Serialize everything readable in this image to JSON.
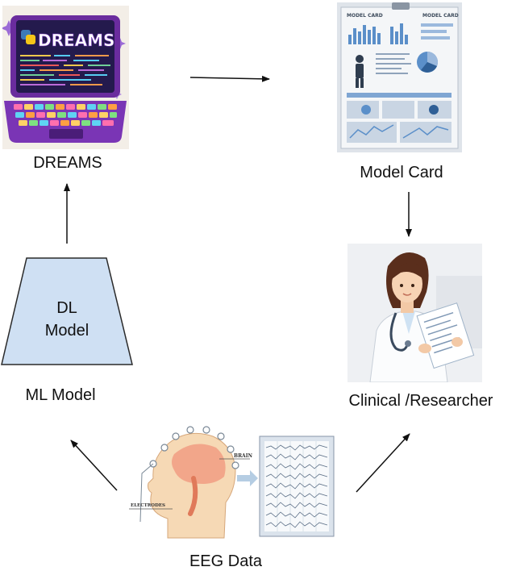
{
  "nodes": {
    "dreams": {
      "label": "DREAMS",
      "screen_text": "DREAMS"
    },
    "model_card": {
      "label": "Model Card",
      "sheet_header_left": "MODEL CARD",
      "sheet_header_right": "MODEL CARD"
    },
    "clinician": {
      "label": "Clinical /Researcher"
    },
    "ml_model": {
      "label": "ML Model",
      "shape_text_line1": "DL",
      "shape_text_line2": "Model"
    },
    "eeg": {
      "label": "EEG Data",
      "brain_tag": "BRAIN",
      "electrodes_tag": "ELECTRODES"
    }
  },
  "colors": {
    "trapezoid_fill": "#cfe0f3",
    "trapezoid_stroke": "#2a2a2a",
    "arrow": "#111111",
    "laptop_purple": "#6a2c9e",
    "screen_dark": "#241a4d",
    "eeg_skin": "#f6d9b5"
  },
  "icons": [
    "laptop-icon",
    "model-card-icon",
    "clinician-icon",
    "eeg-head-icon",
    "eeg-chart-icon"
  ]
}
